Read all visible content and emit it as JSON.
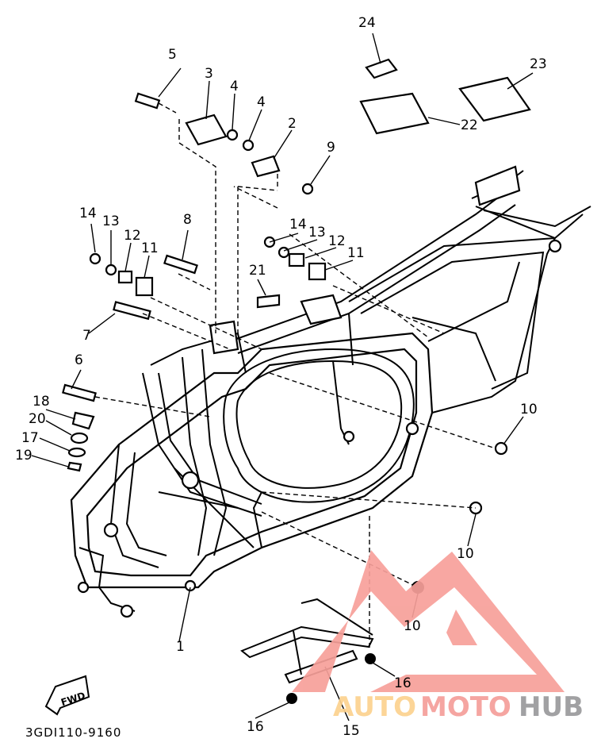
{
  "diagram": {
    "part_labels": [
      "1",
      "2",
      "3",
      "4",
      "4",
      "5",
      "6",
      "7",
      "8",
      "9",
      "10",
      "10",
      "10",
      "11",
      "11",
      "12",
      "12",
      "13",
      "13",
      "14",
      "14",
      "15",
      "16",
      "16",
      "17",
      "18",
      "19",
      "20",
      "21",
      "22",
      "23",
      "24"
    ],
    "direction_badge": "FWD",
    "drawing_code": "3GDI110-9160"
  },
  "watermark": {
    "part1": "AUTO",
    "part2": "MOTO",
    "part3": "HUB",
    "colors": {
      "auto": "#fcd28f",
      "moto": "#f59e9a",
      "hub": "#9a9a9c",
      "logo": "#f7a09a"
    }
  }
}
